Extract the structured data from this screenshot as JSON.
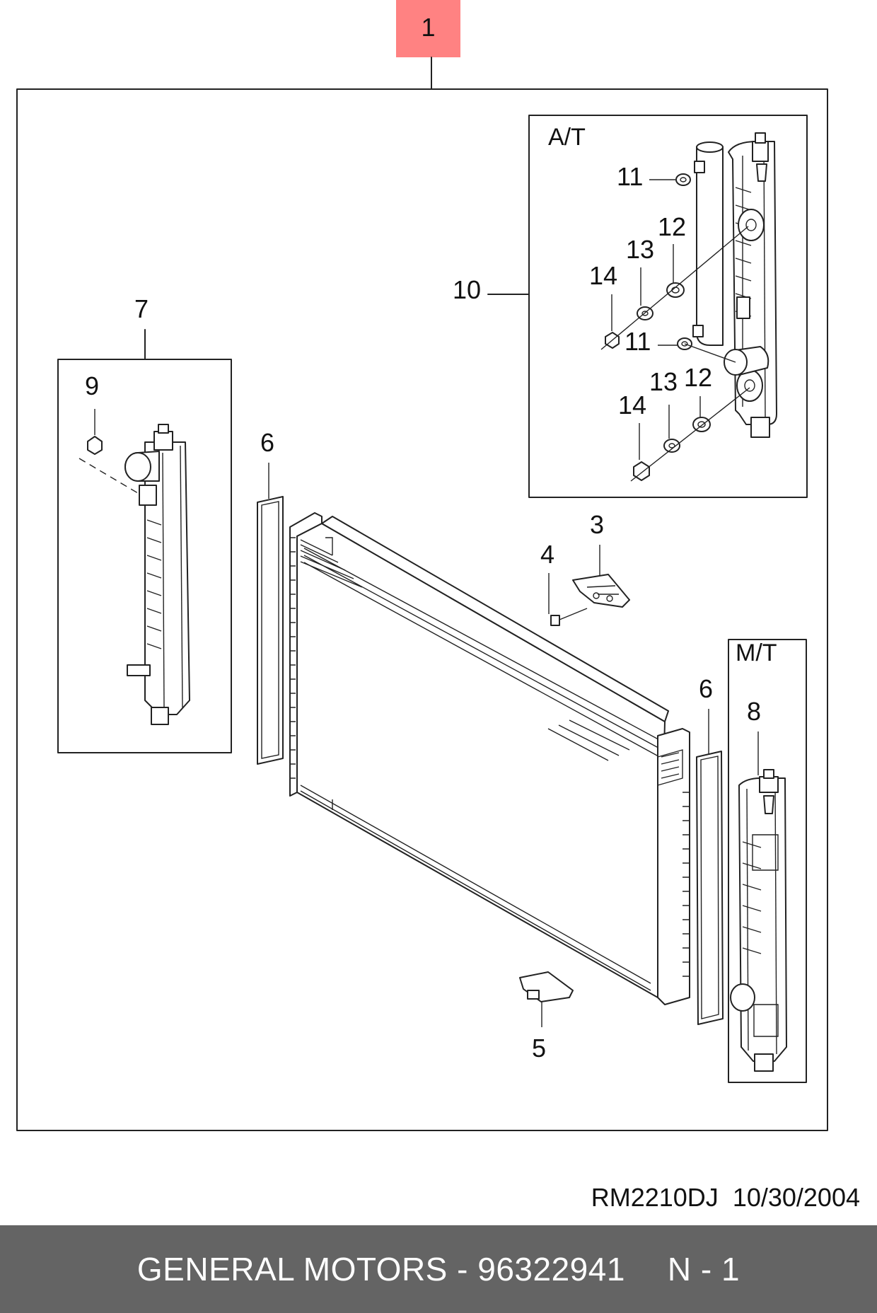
{
  "diagram": {
    "main_callout": "1",
    "boxes": {
      "automatic": "A/T",
      "manual": "M/T"
    },
    "callouts": {
      "bracket_upper": "3",
      "clip": "4",
      "bracket_lower": "5",
      "seal_left": "6",
      "seal_right": "6",
      "tank_kit_left": "7",
      "tank_mt": "8",
      "drain_plug_left": "9",
      "tank_kit_at": "10",
      "at_upper_fitting": "11",
      "at_upper_washer_a": "12",
      "at_upper_washer_b": "13",
      "at_upper_nut": "14",
      "at_lower_fitting": "11",
      "at_lower_washer_a": "12",
      "at_lower_washer_b": "13",
      "at_lower_nut": "14"
    },
    "colors": {
      "badge": "#ff8282",
      "footer_bar": "#646464",
      "line": "#222222"
    }
  },
  "reference": {
    "code": "RM2210DJ",
    "date": "10/30/2004"
  },
  "footer": {
    "title": "GENERAL MOTORS - 96322941",
    "page": "N - 1"
  }
}
